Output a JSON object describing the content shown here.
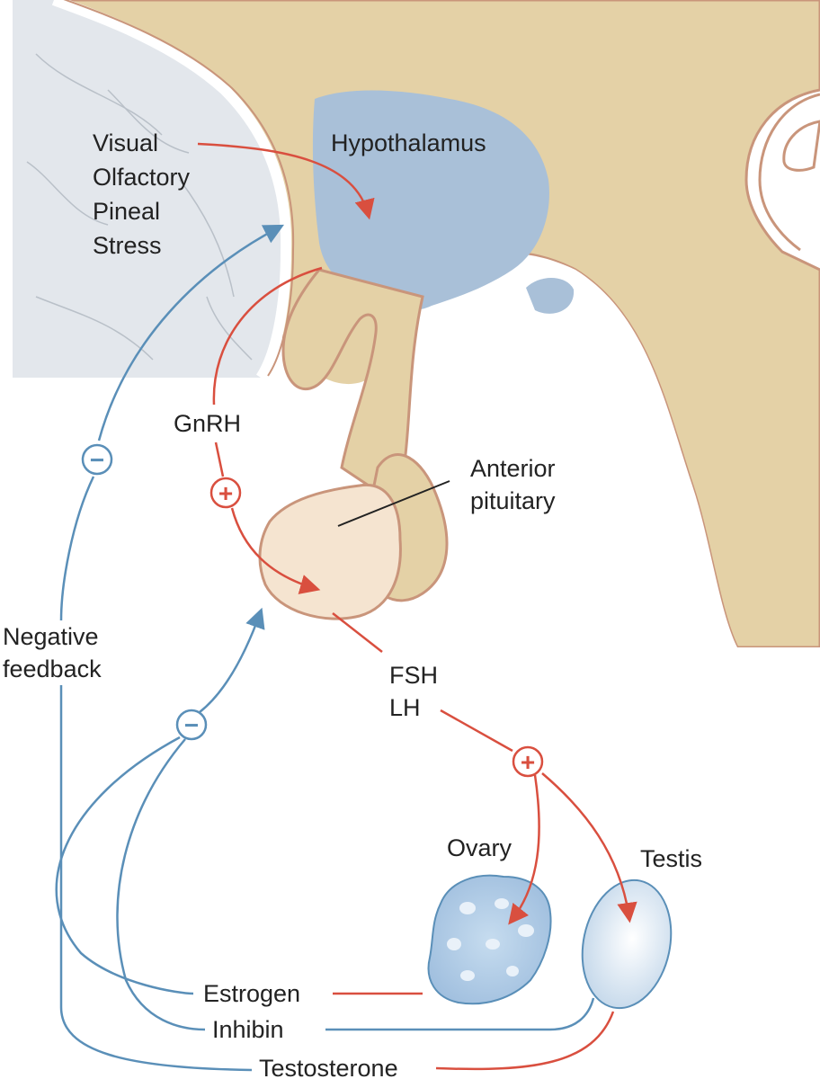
{
  "inputs": [
    "Visual",
    "Olfactory",
    "Pineal",
    "Stress"
  ],
  "labels": {
    "hypothalamus": "Hypothalamus",
    "gnrh": "GnRH",
    "anterior_pituitary": [
      "Anterior",
      "pituitary"
    ],
    "fsh": "FSH",
    "lh": "LH",
    "ovary": "Ovary",
    "testis": "Testis",
    "negative_feedback": [
      "Negative",
      "feedback"
    ],
    "estrogen": "Estrogen",
    "inhibin": "Inhibin",
    "testosterone": "Testosterone"
  },
  "signs": {
    "stimulate": "+",
    "inhibit": "−"
  },
  "colors": {
    "stimulatory": "#d94f3f",
    "inhibitory": "#5a8fb8",
    "brain_tissue": "#e4d1a6",
    "tissue_outline": "#c9957b",
    "hypothalamus": "#a9c0d8",
    "cortex": "#e3e7ec",
    "pituitary": "#f5e4d0",
    "gland": "#b5cfe8"
  }
}
